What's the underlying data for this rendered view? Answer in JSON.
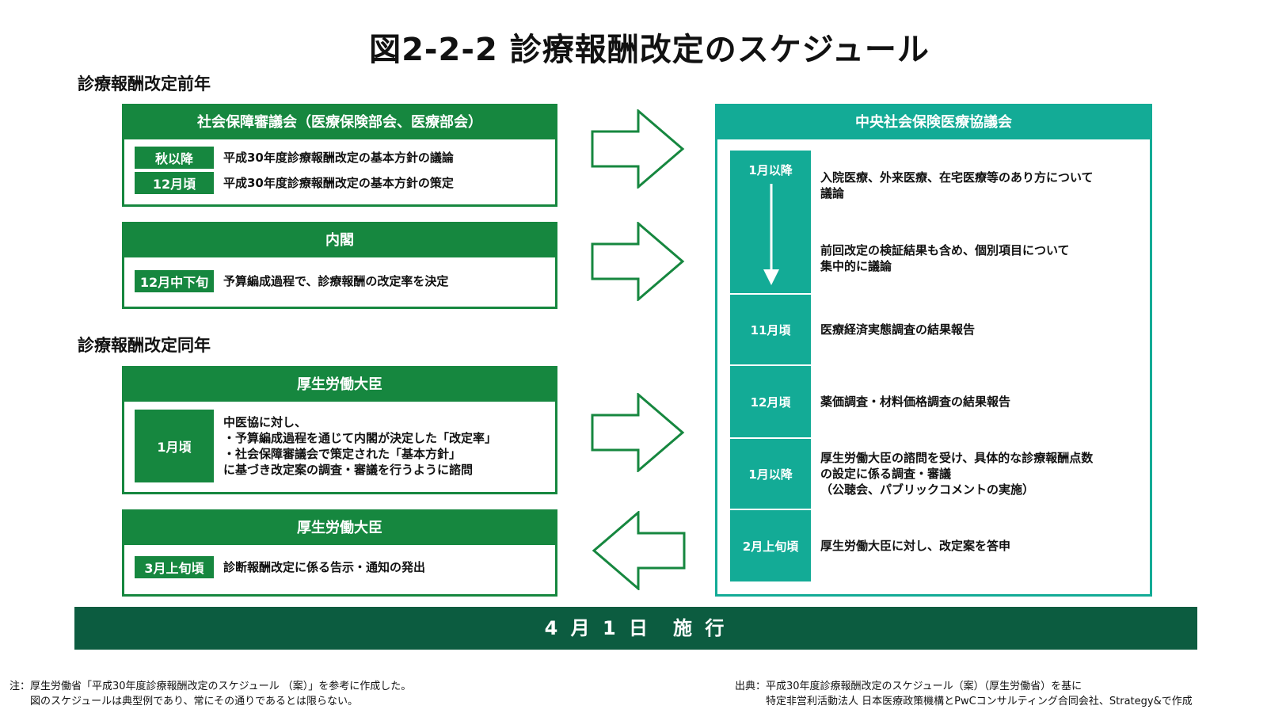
{
  "title": "図2-2-2 診療報酬改定のスケジュール",
  "sections": {
    "prev_year": "診療報酬改定前年",
    "same_year": "診療報酬改定同年"
  },
  "left_boxes": [
    {
      "header": "社会保障審議会（医療保険部会、医療部会）",
      "rows": [
        {
          "tag": "秋以降",
          "text": "平成30年度診療報酬改定の基本方針の議論"
        },
        {
          "tag": "12月頃",
          "text": "平成30年度診療報酬改定の基本方針の策定"
        }
      ]
    },
    {
      "header": "内閣",
      "rows": [
        {
          "tag": "12月中下旬",
          "text": "予算編成過程で、診療報酬の改定率を決定"
        }
      ]
    },
    {
      "header": "厚生労働大臣",
      "rows": [
        {
          "tag": "1月頃",
          "lines": [
            "中医協に対し、",
            "・予算編成過程を通じて内閣が決定した「改定率」",
            "・社会保障審議会で策定された「基本方針」",
            "に基づき改定案の調査・審議を行うように諮問"
          ]
        }
      ]
    },
    {
      "header": "厚生労働大臣",
      "rows": [
        {
          "tag": "3月上旬頃",
          "text": "診断報酬改定に係る告示・通知の発出"
        }
      ]
    }
  ],
  "right_box": {
    "header": "中央社会保険医療協議会",
    "rows": [
      {
        "tag": "1月以降",
        "lines": [
          "入院医療、外来医療、在宅医療等のあり方について",
          "議論"
        ],
        "lines2": [
          "前回改定の検証結果も含め、個別項目について",
          "集中的に議論"
        ]
      },
      {
        "tag": "11月頃",
        "lines": [
          "医療経済実態調査の結果報告"
        ]
      },
      {
        "tag": "12月頃",
        "lines": [
          "薬価調査・材料価格調査の結果報告"
        ]
      },
      {
        "tag": "1月以降",
        "lines": [
          "厚生労働大臣の諮問を受け、具体的な診療報酬点数",
          "の設定に係る調査・審議",
          "（公聴会、パブリックコメントの実施）"
        ]
      },
      {
        "tag": "2月上旬頃",
        "lines": [
          "厚生労働大臣に対し、改定案を答申"
        ]
      }
    ]
  },
  "footer_bar": "4 月 1 日　施 行",
  "notes": {
    "left": [
      "注：厚生労働省「平成30年度診療報酬改定のスケジュール （案）」を参考に作成した。",
      "　　図のスケジュールは典型例であり、常にその通りであるとは限らない。"
    ],
    "right": [
      "出典：平成30年度診療報酬改定のスケジュール（案）（厚生労働省）を基に",
      "　　　特定非営利活動法人 日本医療政策機構とPwCコンサルティング合同会社、Strategy&で作成"
    ]
  },
  "colors": {
    "green": "#16873f",
    "teal": "#13ab96",
    "dark_green": "#0c5c40"
  }
}
